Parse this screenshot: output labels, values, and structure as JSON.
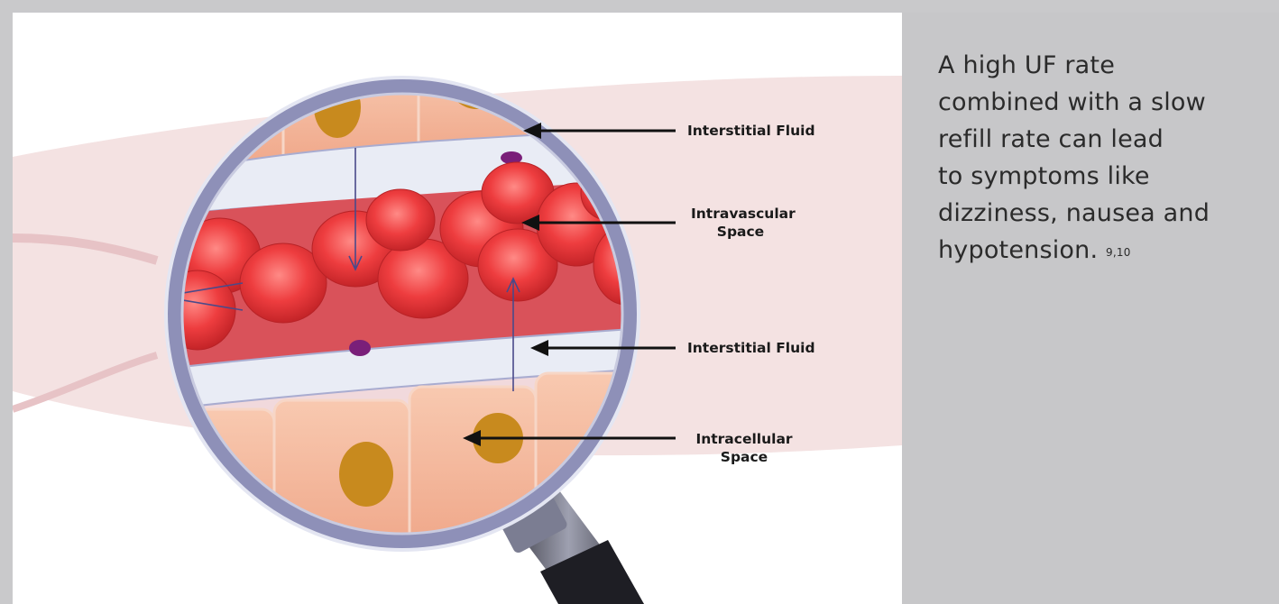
{
  "diagram": {
    "labels": {
      "interstitial_top": "Interstitial Fluid",
      "intravascular_line1": "Intravascular",
      "intravascular_line2": "Space",
      "interstitial_bottom": "Interstitial Fluid",
      "intracellular_line1": "Intracellular",
      "intracellular_line2": "Space"
    },
    "colors": {
      "skin": "#f3dede",
      "cell": "#f4b79a",
      "nucleus": "#c88a1e",
      "blood_cell": "#e8383a",
      "plasma": "#d9525a",
      "membrane": "#e9ecf5",
      "lens_rim": "#8e90b8",
      "handle": "#1f1f24"
    }
  },
  "side_panel": {
    "lines": [
      "A high UF rate",
      "combined with a slow",
      "refill rate can lead",
      "to symptoms like",
      "dizziness, nausea and",
      "hypotension."
    ],
    "citation": "9,10",
    "background": "#c7c7c9"
  }
}
